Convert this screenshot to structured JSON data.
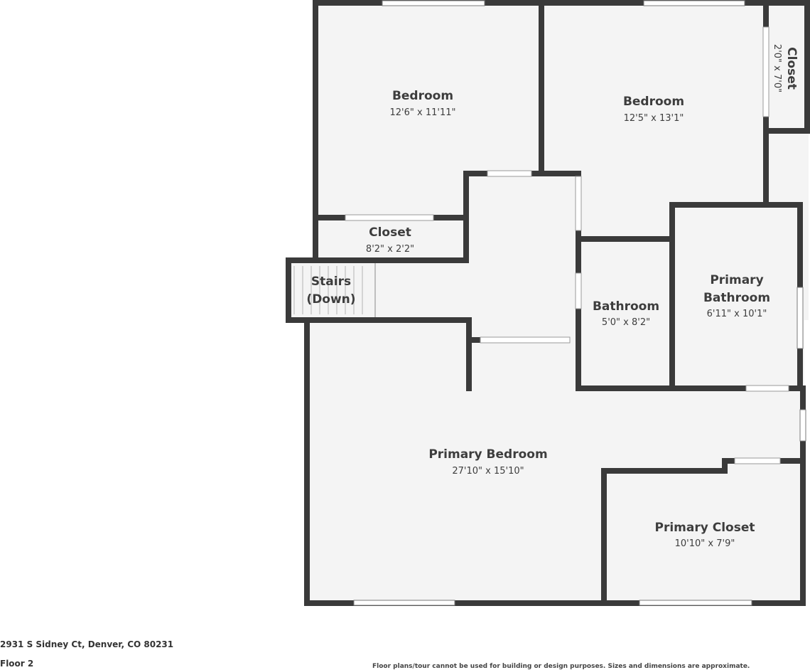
{
  "floor_plan": {
    "rooms": [
      {
        "name": "Bedroom",
        "dimensions": "12'6\" x 11'11\""
      },
      {
        "name": "Bedroom",
        "dimensions": "12'5\" x 13'1\""
      },
      {
        "name": "Closet",
        "dimensions": "2'0\" x 7'0\""
      },
      {
        "name": "Closet",
        "dimensions": "8'2\" x 2'2\""
      },
      {
        "name_line1": "Stairs",
        "name_line2": "(Down)"
      },
      {
        "name": "Bathroom",
        "dimensions": "5'0\" x 8'2\""
      },
      {
        "name_line1": "Primary",
        "name_line2": "Bathroom",
        "dimensions": "6'11\" x 10'1\""
      },
      {
        "name": "Primary Bedroom",
        "dimensions": "27'10\" x 15'10\""
      },
      {
        "name": "Primary Closet",
        "dimensions": "10'10\" x 7'9\""
      }
    ]
  },
  "footer": {
    "address": "2931 S Sidney Ct, Denver, CO 80231",
    "floor": "Floor 2",
    "disclaimer": "Floor plans/tour cannot be used for building or design purposes. Sizes and dimensions are approximate."
  }
}
